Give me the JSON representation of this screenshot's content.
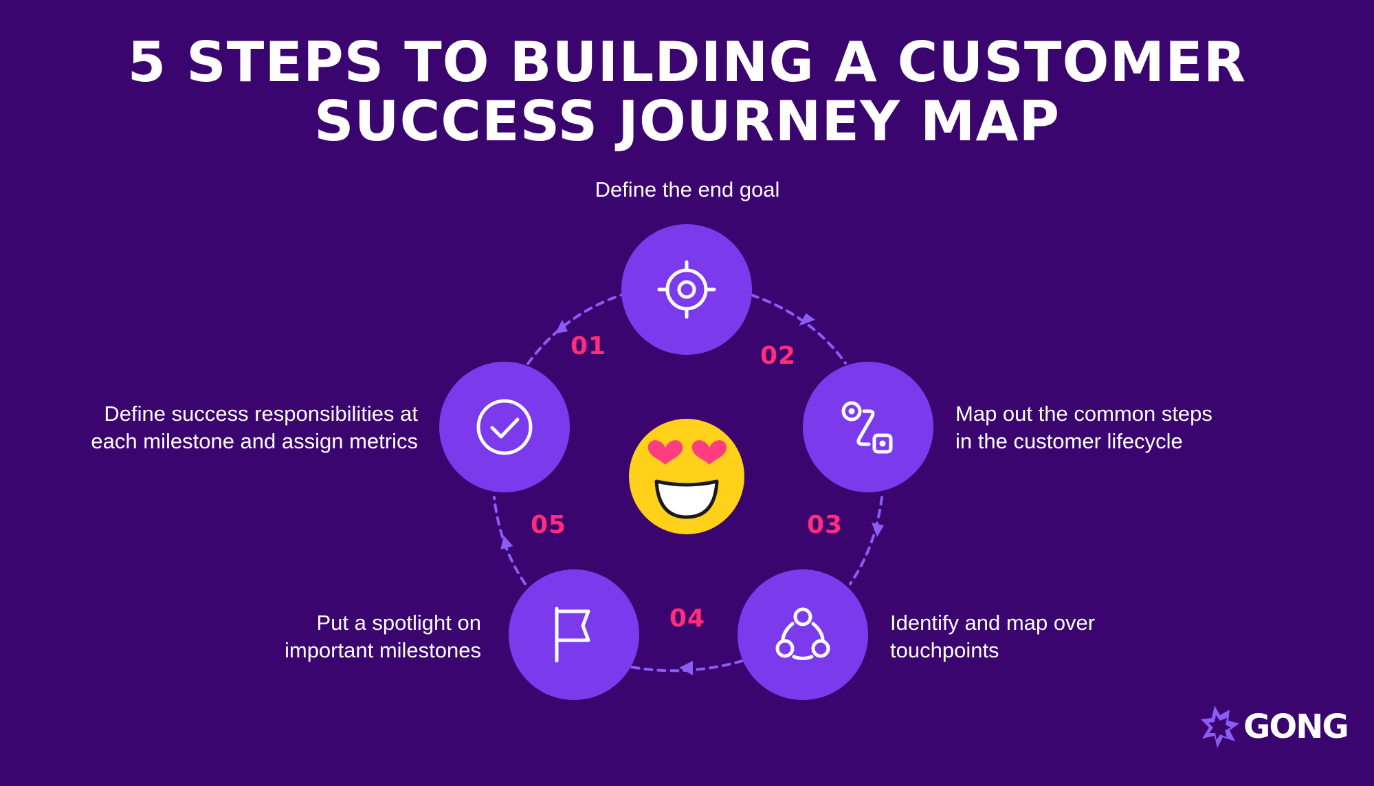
{
  "title": {
    "line1": "5 STEPS TO BUILDING A CUSTOMER",
    "line2": "SUCCESS JOURNEY MAP"
  },
  "steps": [
    {
      "number": "01",
      "text": [
        "Define the end goal"
      ],
      "icon": "target-icon"
    },
    {
      "number": "02",
      "text": [
        "Map out the common steps",
        "in the customer lifecycle"
      ],
      "icon": "path-steps-icon"
    },
    {
      "number": "03",
      "text": [
        "Identify and map over",
        "touchpoints"
      ],
      "icon": "network-nodes-icon"
    },
    {
      "number": "04",
      "text": [
        "Put a spotlight on",
        "important milestones"
      ],
      "icon": "flag-icon"
    },
    {
      "number": "05",
      "text": [
        "Define success responsibilities at",
        "each milestone and assign metrics"
      ],
      "icon": "check-circle-icon"
    }
  ],
  "center_icon": "heart-eyes-emoji-icon",
  "brand": {
    "name": "GONG",
    "icon": "gong-burst-logo-icon"
  },
  "colors": {
    "background": "#3b0570",
    "circle": "#7c3aed",
    "connector": "#8b5cf6",
    "number": "#ff2d7a",
    "text": "#ffffff",
    "emoji": "#ffd11a",
    "heart": "#ff3d7f"
  }
}
